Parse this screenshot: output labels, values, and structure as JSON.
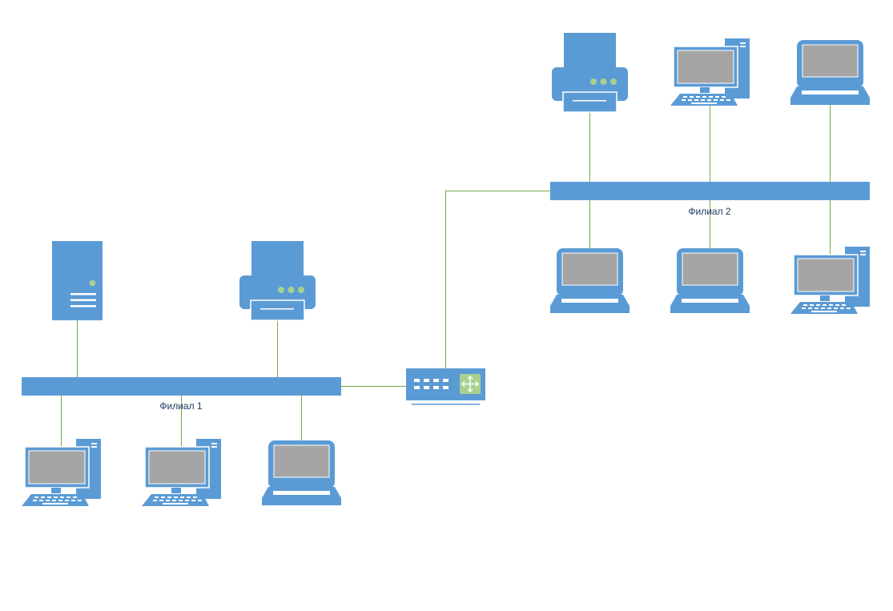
{
  "colors": {
    "device_blue": "#5b9bd5",
    "screen_gray": "#a5a5a5",
    "link_green": "#70ad47",
    "led_green": "#a9d18e",
    "label_text": "#1f3864"
  },
  "segments": [
    {
      "id": "branch1",
      "label": "Филиал 1"
    },
    {
      "id": "branch2",
      "label": "Филиал 2"
    }
  ],
  "devices": [
    {
      "id": "b1-server",
      "type": "server-icon",
      "segment": "branch1"
    },
    {
      "id": "b1-printer",
      "type": "printer-icon",
      "segment": "branch1"
    },
    {
      "id": "b1-desktop-1",
      "type": "desktop-pc-icon",
      "segment": "branch1"
    },
    {
      "id": "b1-desktop-2",
      "type": "desktop-pc-icon",
      "segment": "branch1"
    },
    {
      "id": "b1-laptop",
      "type": "laptop-icon",
      "segment": "branch1"
    },
    {
      "id": "router",
      "type": "router-switch-icon",
      "segment": "backbone"
    },
    {
      "id": "b2-printer",
      "type": "printer-icon",
      "segment": "branch2"
    },
    {
      "id": "b2-desktop-top",
      "type": "desktop-pc-icon",
      "segment": "branch2"
    },
    {
      "id": "b2-laptop-top",
      "type": "laptop-icon",
      "segment": "branch2"
    },
    {
      "id": "b2-laptop-1",
      "type": "laptop-icon",
      "segment": "branch2"
    },
    {
      "id": "b2-laptop-2",
      "type": "laptop-icon",
      "segment": "branch2"
    },
    {
      "id": "b2-desktop-bottom",
      "type": "desktop-pc-icon",
      "segment": "branch2"
    }
  ]
}
